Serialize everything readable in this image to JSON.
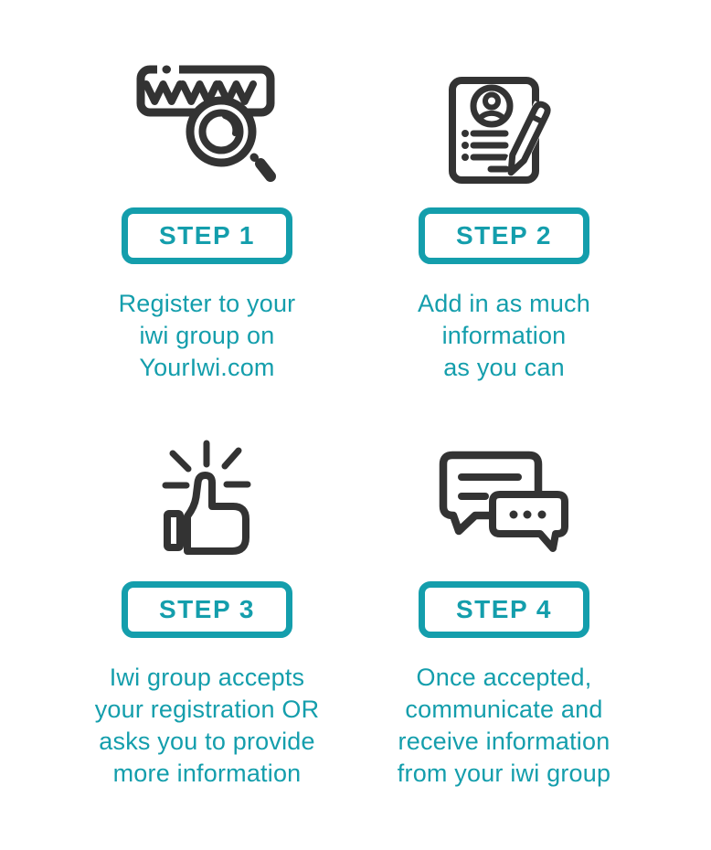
{
  "theme": {
    "background": "#ffffff",
    "accent": "#149eac",
    "icon_color": "#333333"
  },
  "steps": [
    {
      "badge": "STEP 1",
      "icon": "www-search-icon",
      "caption_lines": [
        "Register to your",
        "iwi group on",
        "YourIwi.com"
      ]
    },
    {
      "badge": "STEP 2",
      "icon": "registration-form-icon",
      "caption_lines": [
        "Add in as much",
        "information",
        "as you can"
      ]
    },
    {
      "badge": "STEP 3",
      "icon": "thumbs-up-icon",
      "caption_lines": [
        "Iwi group accepts",
        "your registration OR",
        "asks you to provide",
        "more information"
      ]
    },
    {
      "badge": "STEP 4",
      "icon": "chat-bubbles-icon",
      "caption_lines": [
        "Once accepted,",
        "communicate and",
        "receive information",
        "from your iwi group"
      ]
    }
  ]
}
